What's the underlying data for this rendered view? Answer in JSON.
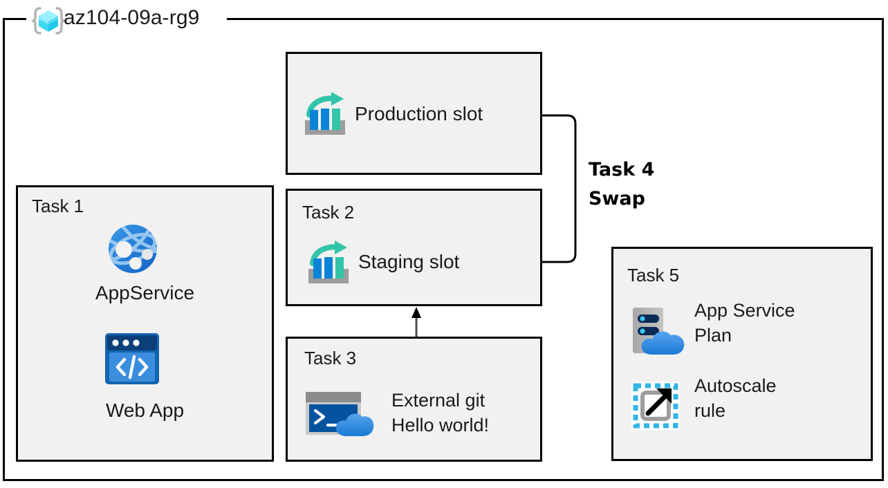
{
  "resource_group": {
    "name": "az104-09a-rg9",
    "icon": "resource-group-cube-icon"
  },
  "boxes": {
    "production_slot": {
      "label": "Production slot",
      "icon": "deployment-slot-icon"
    },
    "task1": {
      "title": "Task 1",
      "items": [
        {
          "label": "AppService",
          "icon": "app-service-globe-icon"
        },
        {
          "label": "Web App",
          "icon": "web-app-browser-icon"
        }
      ]
    },
    "task2": {
      "title": "Task 2",
      "label": "Staging slot",
      "icon": "deployment-slot-icon"
    },
    "task3": {
      "title": "Task 3",
      "line1": "External git",
      "line2": "Hello world!",
      "icon": "cloud-shell-icon"
    },
    "task5": {
      "title": "Task 5",
      "items": [
        {
          "label": "App Service\nPlan",
          "line1": "App Service",
          "line2": "Plan",
          "icon": "app-service-plan-icon"
        },
        {
          "label": "Autoscale\nrule",
          "line1": "Autoscale",
          "line2": "rule",
          "icon": "autoscale-rule-icon"
        }
      ]
    }
  },
  "annotations": {
    "swap": {
      "line1": "Task 4",
      "line2": "Swap"
    }
  },
  "colors": {
    "box_fill": "#f1f1f1",
    "box_border": "#000000",
    "azure_blue": "#0078d4",
    "azure_teal": "#32c5a8",
    "cloud_blue": "#3a8fe0",
    "navy": "#0b2a55",
    "cyan": "#32b5e5",
    "gray": "#9d9d9d"
  }
}
